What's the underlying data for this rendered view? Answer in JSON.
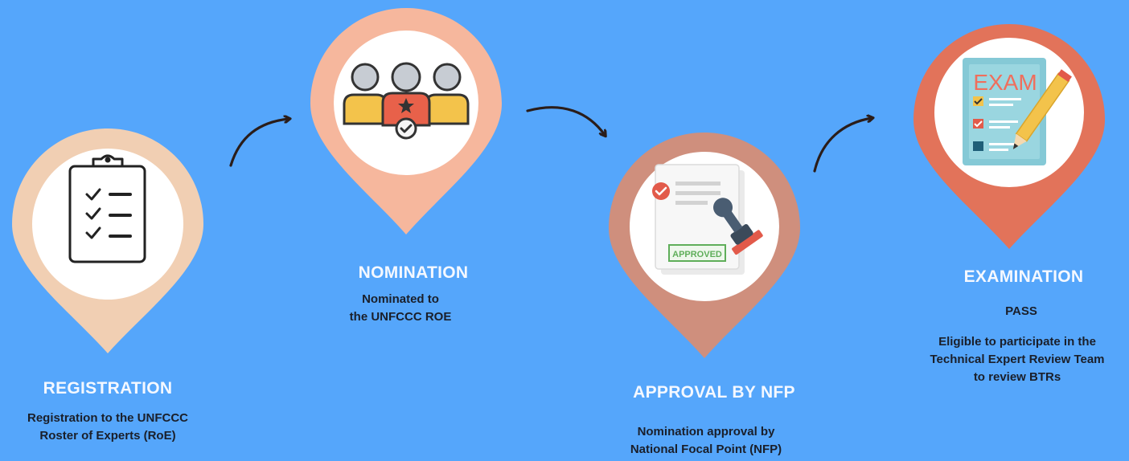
{
  "colors": {
    "background": "#55a6fb",
    "registration_pin": "#f1cfb3",
    "nomination_pin": "#f6b79d",
    "approval_pin": "#cf8f7d",
    "examination_pin": "#e2735a",
    "arrow": "#2a1d1a"
  },
  "steps": [
    {
      "title": "REGISTRATION",
      "desc": [
        "Registration to the UNFCCC",
        "Roster of Experts (RoE)"
      ],
      "icon": "clipboard-checklist-icon"
    },
    {
      "title": "NOMINATION",
      "desc": [
        "Nominated to",
        "the UNFCCC ROE"
      ],
      "icon": "team-people-icon"
    },
    {
      "title": "APPROVAL BY NFP",
      "desc": [
        "Nomination approval by",
        "National Focal Point (NFP)"
      ],
      "icon": "approved-stamp-icon",
      "stamp_text": "APPROVED"
    },
    {
      "title": "EXAMINATION",
      "subtitle": "PASS",
      "desc": [
        "Eligible to participate in the",
        "Technical Expert Review Team",
        "to review BTRs"
      ],
      "icon": "exam-paper-icon",
      "exam_text": "EXAM"
    }
  ]
}
